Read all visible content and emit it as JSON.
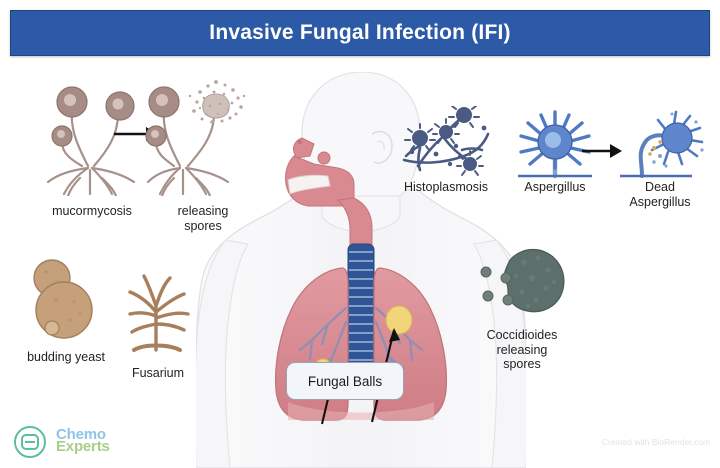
{
  "header": {
    "title": "Invasive Fungal Infection (IFI)",
    "bg_color": "#2d5aa7",
    "text_color": "#ffffff"
  },
  "figures": [
    {
      "id": "mucormycosis",
      "label": "mucormycosis",
      "icon": "mucormycosis-fungus-icon",
      "color": "#a8918a"
    },
    {
      "id": "releasing-spores",
      "label": "releasing\nspores",
      "icon": "sporangium-bursting-icon",
      "color": "#a8918a"
    },
    {
      "id": "budding-yeast",
      "label": "budding yeast",
      "icon": "budding-yeast-icon",
      "color": "#c09a72"
    },
    {
      "id": "fusarium",
      "label": "Fusarium",
      "icon": "fusarium-icon",
      "color": "#a87f5c"
    },
    {
      "id": "histoplasmosis",
      "label": "Histoplasmosis",
      "icon": "histoplasmosis-hyphae-icon",
      "color": "#4a5a82"
    },
    {
      "id": "aspergillus",
      "label": "Aspergillus",
      "icon": "aspergillus-conidiophore-icon",
      "color": "#4f79c4"
    },
    {
      "id": "dead-aspergillus",
      "label": "Dead\nAspergillus",
      "icon": "dead-aspergillus-icon",
      "color": "#4f79c4"
    },
    {
      "id": "coccidioides",
      "label": "Coccidioides\nreleasing\nspores",
      "icon": "coccidioides-spherule-icon",
      "color": "#5c6f6b"
    }
  ],
  "anatomy": {
    "body_icon": "human-upper-body-silhouette",
    "trachea_icon": "trachea-icon",
    "lungs_icon": "lungs-icon",
    "airway_icon": "nasal-pharyngeal-airway-icon",
    "fungal_ball_icon": "fungal-ball-icon",
    "callout_label": "Fungal Balls",
    "callout_bg": "#f2f6fb",
    "callout_border": "#9aa3ad",
    "lung_color": "#d98a90",
    "trachea_color": "#2f5596",
    "fungal_ball_color": "#f2d47a",
    "body_color": "#f4f4f6"
  },
  "arrows": [
    {
      "id": "mucormycosis-to-spores",
      "icon": "arrow-right-icon"
    },
    {
      "id": "aspergillus-to-dead",
      "icon": "arrow-right-icon"
    },
    {
      "id": "fungal-ball-left-pointer",
      "icon": "arrow-pointer-icon"
    },
    {
      "id": "fungal-ball-right-pointer",
      "icon": "arrow-pointer-icon"
    }
  ],
  "branding": {
    "logo_icon": "chemoexperts-logo-icon",
    "logo_line1": "Chemo",
    "logo_line2": "Experts",
    "logo_color1": "#8fc4e8",
    "logo_color2": "#a9cf86",
    "logo_mark_color": "#5bbf9a",
    "credit": "Created with BioRender.com"
  }
}
